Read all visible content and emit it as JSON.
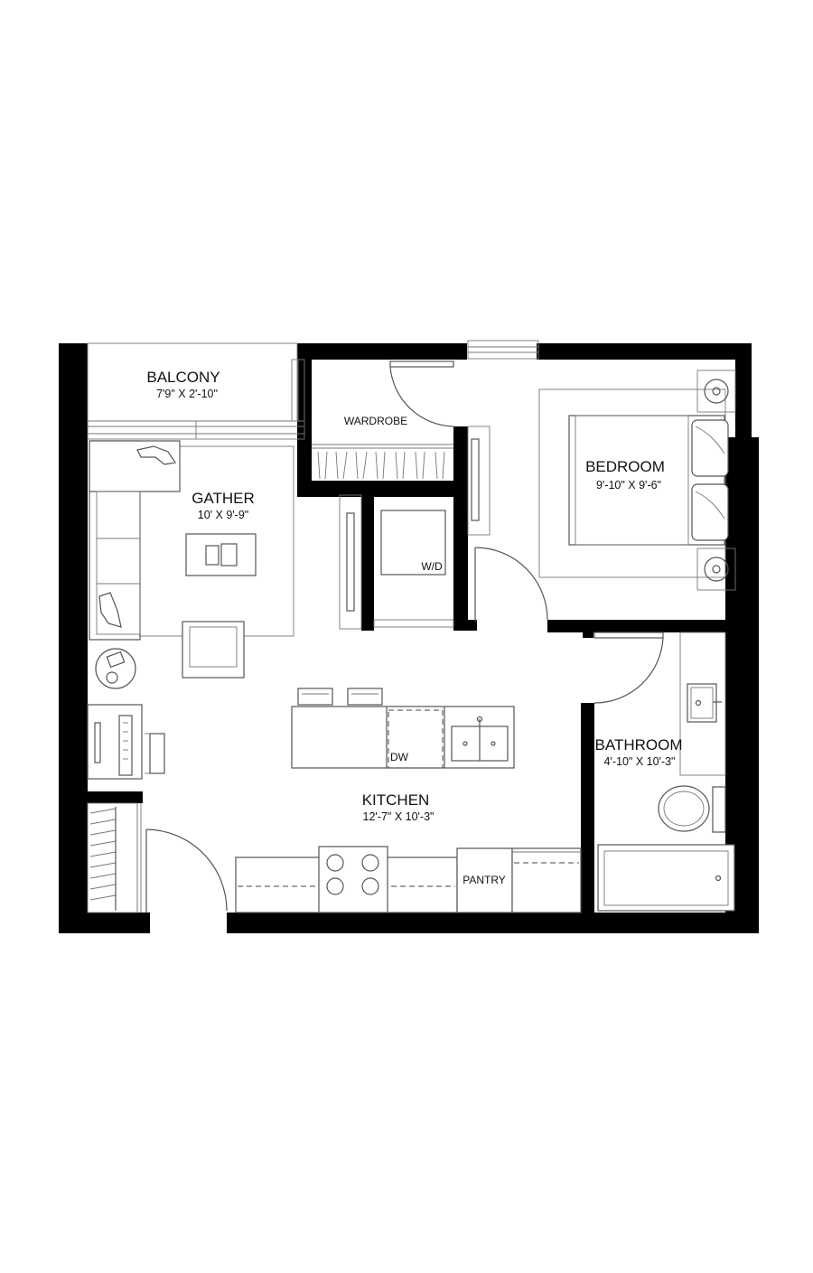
{
  "rooms": {
    "balcony": {
      "name": "BALCONY",
      "dims": "7'9\" X 2'-10\""
    },
    "gather": {
      "name": "GATHER",
      "dims": "10' X 9'-9\""
    },
    "wardrobe": {
      "name": "WARDROBE"
    },
    "bedroom": {
      "name": "BEDROOM",
      "dims": "9'-10\" X 9'-6\""
    },
    "bathroom": {
      "name": "BATHROOM",
      "dims": "4'-10\" X 10'-3\""
    },
    "kitchen": {
      "name": "KITCHEN",
      "dims": "12'-7\" X 10'-3\""
    }
  },
  "fixtures": {
    "washer_dryer": "W/D",
    "dishwasher": "DW",
    "pantry": "PANTRY"
  },
  "colors": {
    "walls": "#000000",
    "lines": "#555555",
    "background": "#ffffff"
  }
}
